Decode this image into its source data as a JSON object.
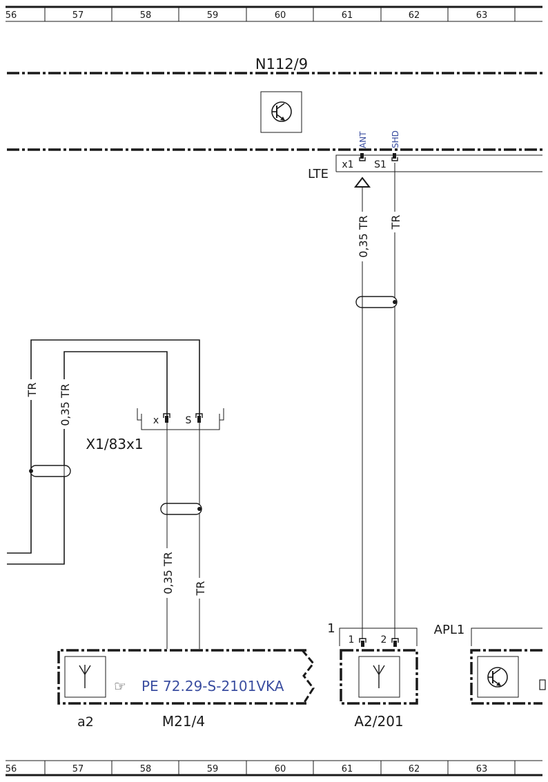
{
  "grid": {
    "columns": [
      "56",
      "57",
      "58",
      "59",
      "60",
      "61",
      "62",
      "63"
    ]
  },
  "components": {
    "n112_9": {
      "label": "N112/9",
      "port_label": "LTE",
      "pin_x1": "x1",
      "pin_s1": "S1",
      "pin_ant": "ANT",
      "pin_shd": "SHD"
    },
    "x1_83x1": {
      "label": "X1/83x1",
      "pin_x": "x",
      "pin_s": "S"
    },
    "m21_4": {
      "label": "M21/4",
      "sub_label": "a2",
      "reference": "PE 72.29-S-2101VKA"
    },
    "a2_201": {
      "label": "A2/201",
      "connector": "1",
      "pin_1": "1",
      "pin_2": "2"
    },
    "apl1": {
      "label": "APL1"
    }
  },
  "wires": {
    "left_outer": "TR",
    "left_inner": "0,35 TR",
    "mid_x": "0,35 TR",
    "mid_s": "TR",
    "right_ant": "0,35 TR",
    "right_shd": "TR"
  },
  "colors": {
    "line": "#1a1a1a",
    "reference_blue": "#3b4ea0"
  }
}
